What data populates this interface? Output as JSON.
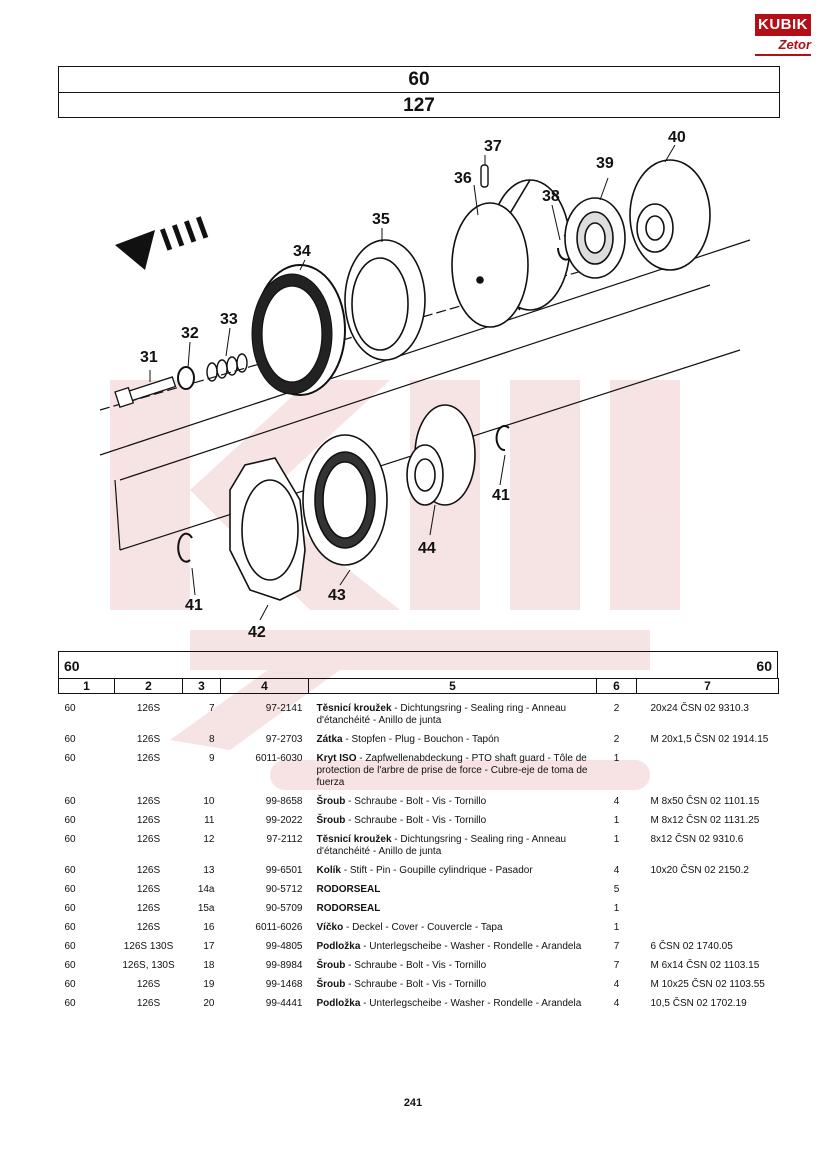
{
  "logo": {
    "brand": "KUBIK",
    "sub": "Zetor"
  },
  "title": {
    "group": "60",
    "page_ref": "127"
  },
  "diagram": {
    "callouts": [
      "31",
      "32",
      "33",
      "34",
      "35",
      "36",
      "37",
      "38",
      "39",
      "40",
      "41",
      "42",
      "43",
      "44",
      "41"
    ]
  },
  "table": {
    "header_left": "60",
    "header_right": "60",
    "columns": [
      "1",
      "2",
      "3",
      "4",
      "5",
      "6",
      "7"
    ],
    "rows": [
      {
        "c1": "60",
        "c2": "126S",
        "c3": "7",
        "c4": "97-2141",
        "bold": "Těsnicí kroužek",
        "desc": " - Dichtungsring - Sealing ring - Anneau d'étanchéité - Anillo de junta",
        "qty": "2",
        "norm": "20x24 ČSN 02 9310.3"
      },
      {
        "c1": "60",
        "c2": "126S",
        "c3": "8",
        "c4": "97-2703",
        "bold": "Zátka",
        "desc": " - Stopfen - Plug - Bouchon - Tapón",
        "qty": "2",
        "norm": "M 20x1,5 ČSN 02 1914.15"
      },
      {
        "c1": "60",
        "c2": "126S",
        "c3": "9",
        "c4": "6011-6030",
        "bold": "Kryt ISO",
        "desc": " - Zapfwellenabdeckung - PTO shaft guard - Tôle de protection de l'arbre de prise de force - Cubre-eje de toma de fuerza",
        "qty": "1",
        "norm": ""
      },
      {
        "c1": "60",
        "c2": "126S",
        "c3": "10",
        "c4": "99-8658",
        "bold": "Šroub",
        "desc": " - Schraube - Bolt - Vis - Tornillo",
        "qty": "4",
        "norm": "M 8x50 ČSN 02 1101.15"
      },
      {
        "c1": "60",
        "c2": "126S",
        "c3": "11",
        "c4": "99-2022",
        "bold": "Šroub",
        "desc": " - Schraube - Bolt - Vis - Tornillo",
        "qty": "1",
        "norm": "M 8x12 ČSN 02 1131.25"
      },
      {
        "c1": "60",
        "c2": "126S",
        "c3": "12",
        "c4": "97-2112",
        "bold": "Těsnicí kroužek",
        "desc": " - Dichtungsring - Sealing ring - Anneau d'étanchéité - Anillo de junta",
        "qty": "1",
        "norm": "8x12 ČSN 02 9310.6"
      },
      {
        "c1": "60",
        "c2": "126S",
        "c3": "13",
        "c4": "99-6501",
        "bold": "Kolík",
        "desc": " - Stift - Pin - Goupille cylindrique - Pasador",
        "qty": "4",
        "norm": "10x20 ČSN 02 2150.2"
      },
      {
        "c1": "60",
        "c2": "126S",
        "c3": "14a",
        "c4": "90-5712",
        "bold": "RODORSEAL",
        "desc": "",
        "qty": "5",
        "norm": ""
      },
      {
        "c1": "60",
        "c2": "126S",
        "c3": "15a",
        "c4": "90-5709",
        "bold": "RODORSEAL",
        "desc": "",
        "qty": "1",
        "norm": ""
      },
      {
        "c1": "60",
        "c2": "126S",
        "c3": "16",
        "c4": "6011-6026",
        "bold": "Víčko",
        "desc": " - Deckel - Cover - Couvercle - Tapa",
        "qty": "1",
        "norm": ""
      },
      {
        "c1": "60",
        "c2": "126S 130S",
        "c3": "17",
        "c4": "99-4805",
        "bold": "Podložka",
        "desc": " - Unterlegscheibe - Washer - Rondelle - Arandela",
        "qty": "7",
        "norm": "6 ČSN 02 1740.05"
      },
      {
        "c1": "60",
        "c2": "126S, 130S",
        "c3": "18",
        "c4": "99-8984",
        "bold": "Šroub",
        "desc": " - Schraube - Bolt - Vis - Tornillo",
        "qty": "7",
        "norm": "M 6x14 ČSN 02 1103.15"
      },
      {
        "c1": "60",
        "c2": "126S",
        "c3": "19",
        "c4": "99-1468",
        "bold": "Šroub",
        "desc": " - Schraube - Bolt - Vis - Tornillo",
        "qty": "4",
        "norm": "M 10x25 ČSN 02 1103.55"
      },
      {
        "c1": "60",
        "c2": "126S",
        "c3": "20",
        "c4": "99-4441",
        "bold": "Podložka",
        "desc": " - Unterlegscheibe - Washer - Rondelle - Arandela",
        "qty": "4",
        "norm": "10,5 ČSN 02 1702.19"
      }
    ]
  },
  "page_number": "241",
  "colors": {
    "brand_red": "#b40f16",
    "watermark": "#f3d6d6"
  }
}
